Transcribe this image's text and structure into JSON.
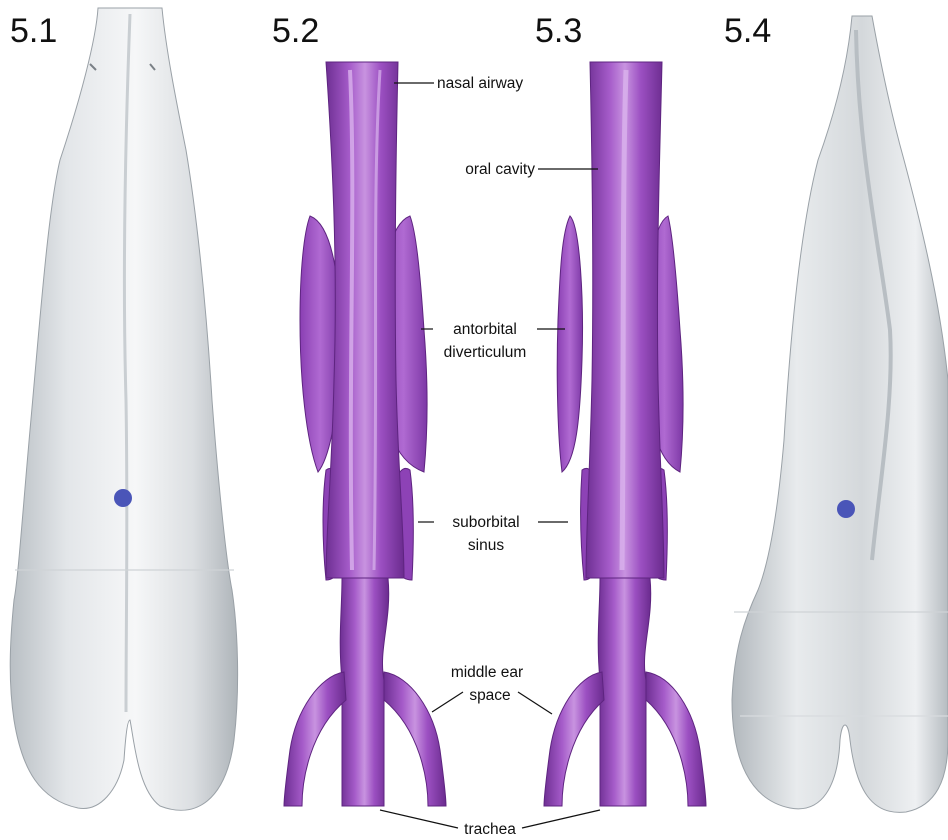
{
  "panels": [
    "5.1",
    "5.2",
    "5.3",
    "5.4"
  ],
  "labels": {
    "nasal_airway": "nasal airway",
    "oral_cavity": "oral cavity",
    "antorbital_1": "antorbital",
    "antorbital_2": "diverticulum",
    "suborbital_1": "suborbital",
    "suborbital_2": "sinus",
    "middle_ear_1": "middle ear",
    "middle_ear_2": "space",
    "trachea": "trachea"
  },
  "colors": {
    "airway": "#9b4fc1",
    "head_surface": "#dfe3e6",
    "marker": "#4a55b8"
  }
}
